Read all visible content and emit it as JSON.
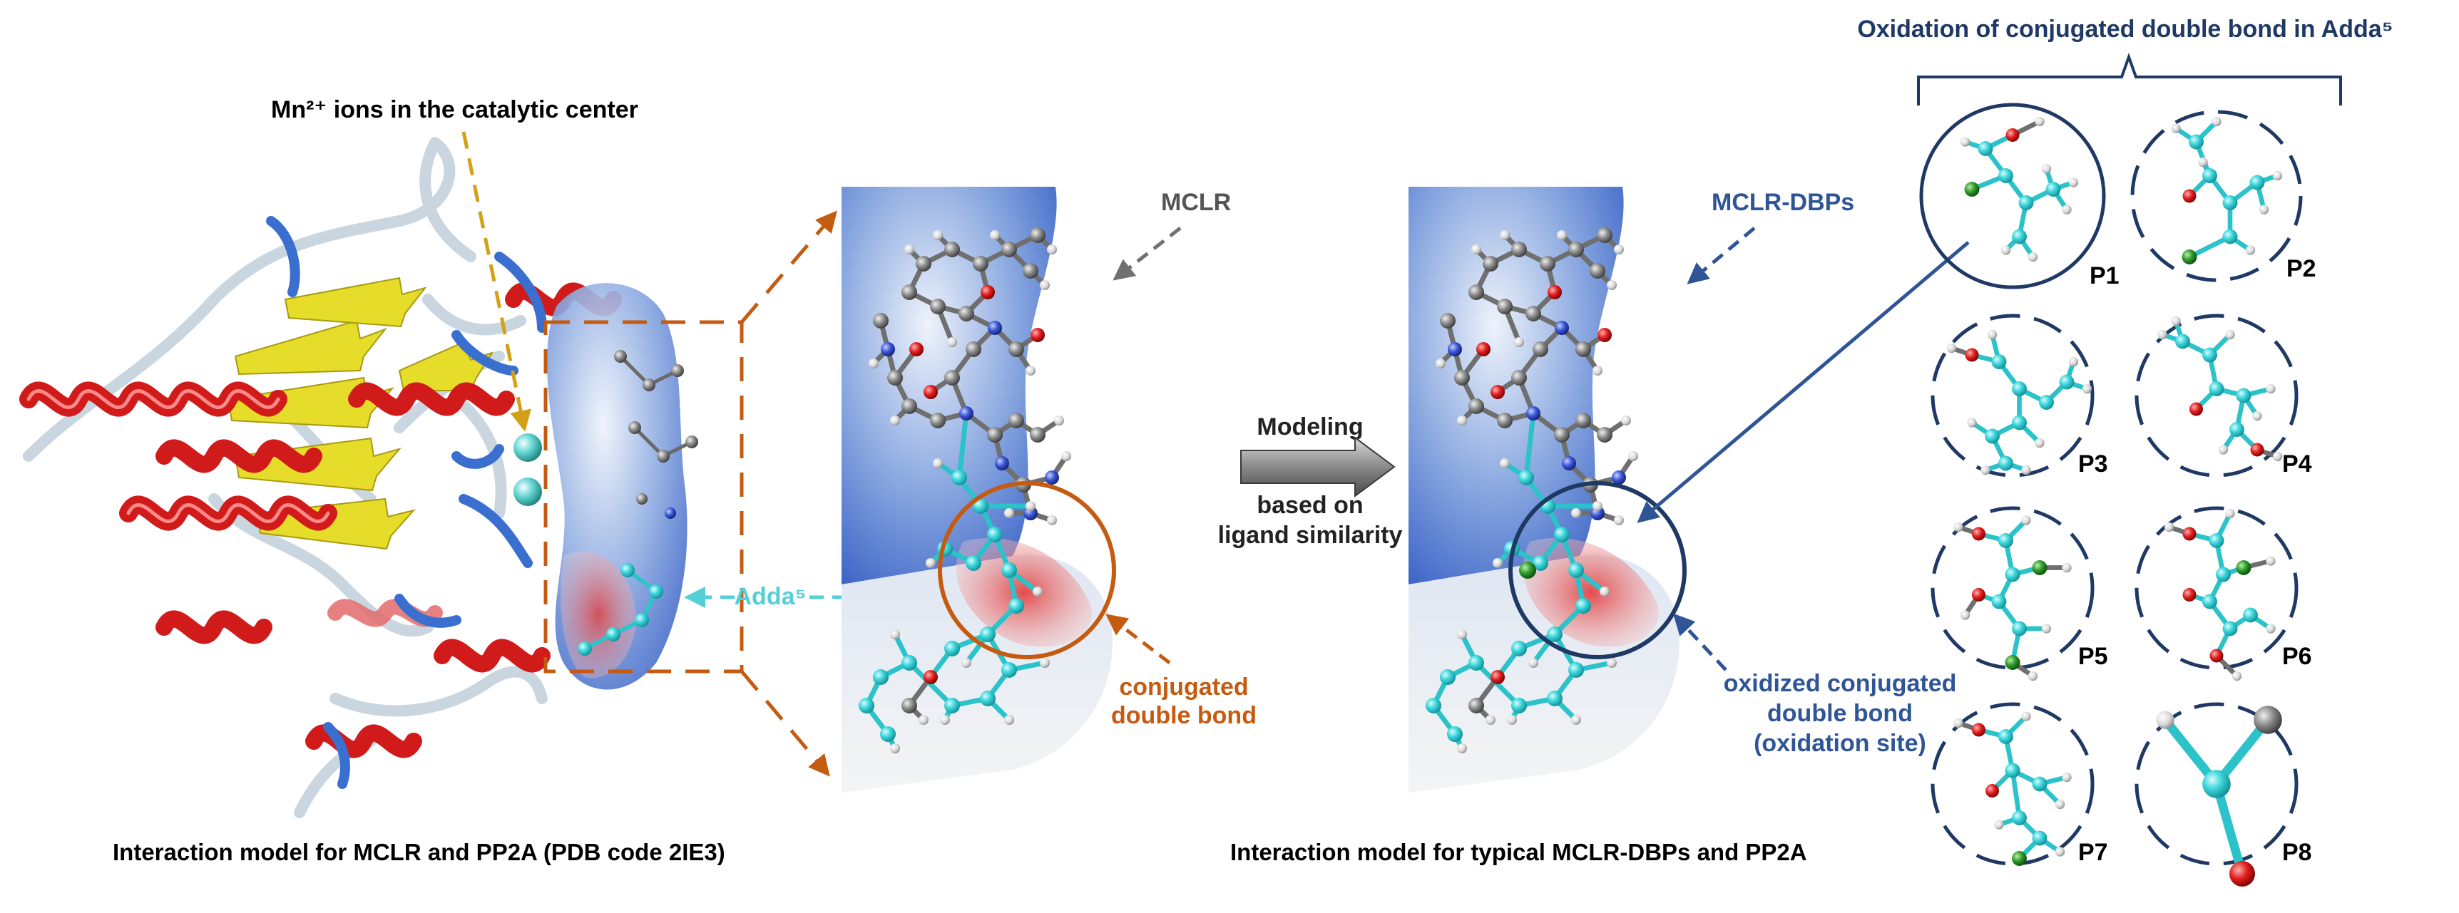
{
  "labels": {
    "mn_ions": "Mn²⁺ ions in the catalytic center",
    "mclr": "MCLR",
    "adda": "Adda⁵",
    "conj_line1": "conjugated",
    "conj_line2": "double bond",
    "modeling": "Modeling",
    "based_line1": "based on",
    "based_line2": "ligand similarity",
    "dbps": "MCLR-DBPs",
    "ox_line1": "oxidized conjugated",
    "ox_line2": "double bond",
    "ox_line3": "(oxidation site)",
    "oxidation_title": "Oxidation of conjugated double bond in Adda⁵",
    "caption_left": "Interaction model for MCLR and PP2A (PDB code 2IE3)",
    "caption_right": "Interaction model for typical MCLR-DBPs and PP2A"
  },
  "products": [
    "P1",
    "P2",
    "P3",
    "P4",
    "P5",
    "P6",
    "P7",
    "P8"
  ],
  "colors": {
    "orange": "#c55a11",
    "navy": "#1f3864",
    "cyan": "#35d3d8",
    "gray_arrow": "#707070",
    "helix": "#d11a1a",
    "sheet": "#e6dc2a",
    "strand_blue": "#3a6fd0",
    "coil": "#c9d6e0"
  }
}
